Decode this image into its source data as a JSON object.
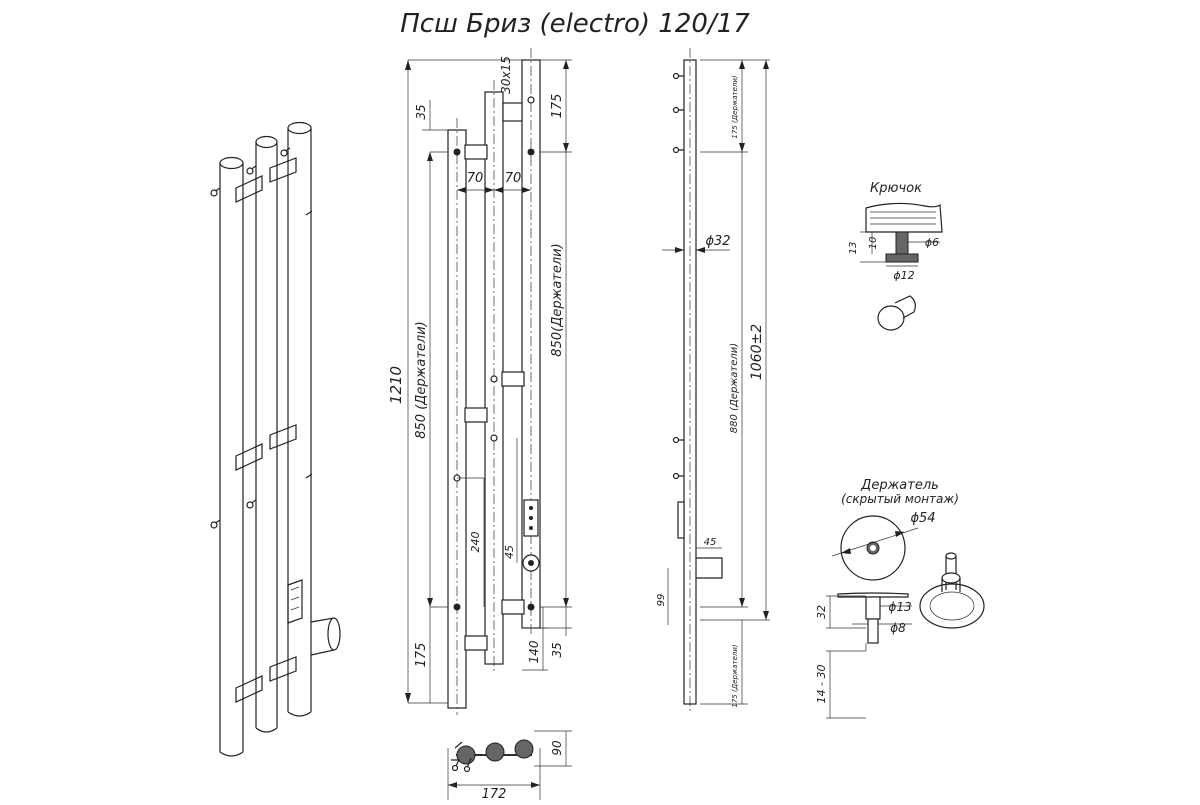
{
  "title": "Псш Бриз (electro) 120/17",
  "colors": {
    "line": "#222222",
    "background": "#ffffff",
    "fill": "#666666"
  },
  "front_view": {
    "dim_1210": "1210",
    "dim_850_left": "850 (Держатели)",
    "dim_850_right": "850(Держатели)",
    "dim_35_top": "35",
    "dim_30x15": "30x15",
    "dim_175_top": "175",
    "dim_70_a": "70",
    "dim_70_b": "70",
    "dim_175_bottom": "175",
    "dim_240": "240",
    "dim_45": "45",
    "dim_140": "140",
    "dim_35_bottom": "35"
  },
  "bottom_view": {
    "dim_172": "172",
    "dim_90": "90"
  },
  "side_view": {
    "dim_175_holders": "175 (Держатели)",
    "dim_diameter_32": "ϕ32",
    "dim_880": "880 (Держатели)",
    "dim_1060": "1060±2",
    "dim_45": "45",
    "dim_99": "99",
    "dim_175_bottom": "175 (Держатели)"
  },
  "hook_detail": {
    "title": "Крючок",
    "dim_13": "13",
    "dim_10": "10",
    "dim_diameter_6": "ϕ6",
    "dim_diameter_12": "ϕ12"
  },
  "holder_detail": {
    "title_line1": "Держатель",
    "title_line2": "(скрытый монтаж)",
    "dim_diameter_54": "ϕ54",
    "dim_diameter_13": "ϕ13",
    "dim_diameter_8": "ϕ8",
    "dim_32": "32",
    "dim_14_30": "14 - 30"
  }
}
